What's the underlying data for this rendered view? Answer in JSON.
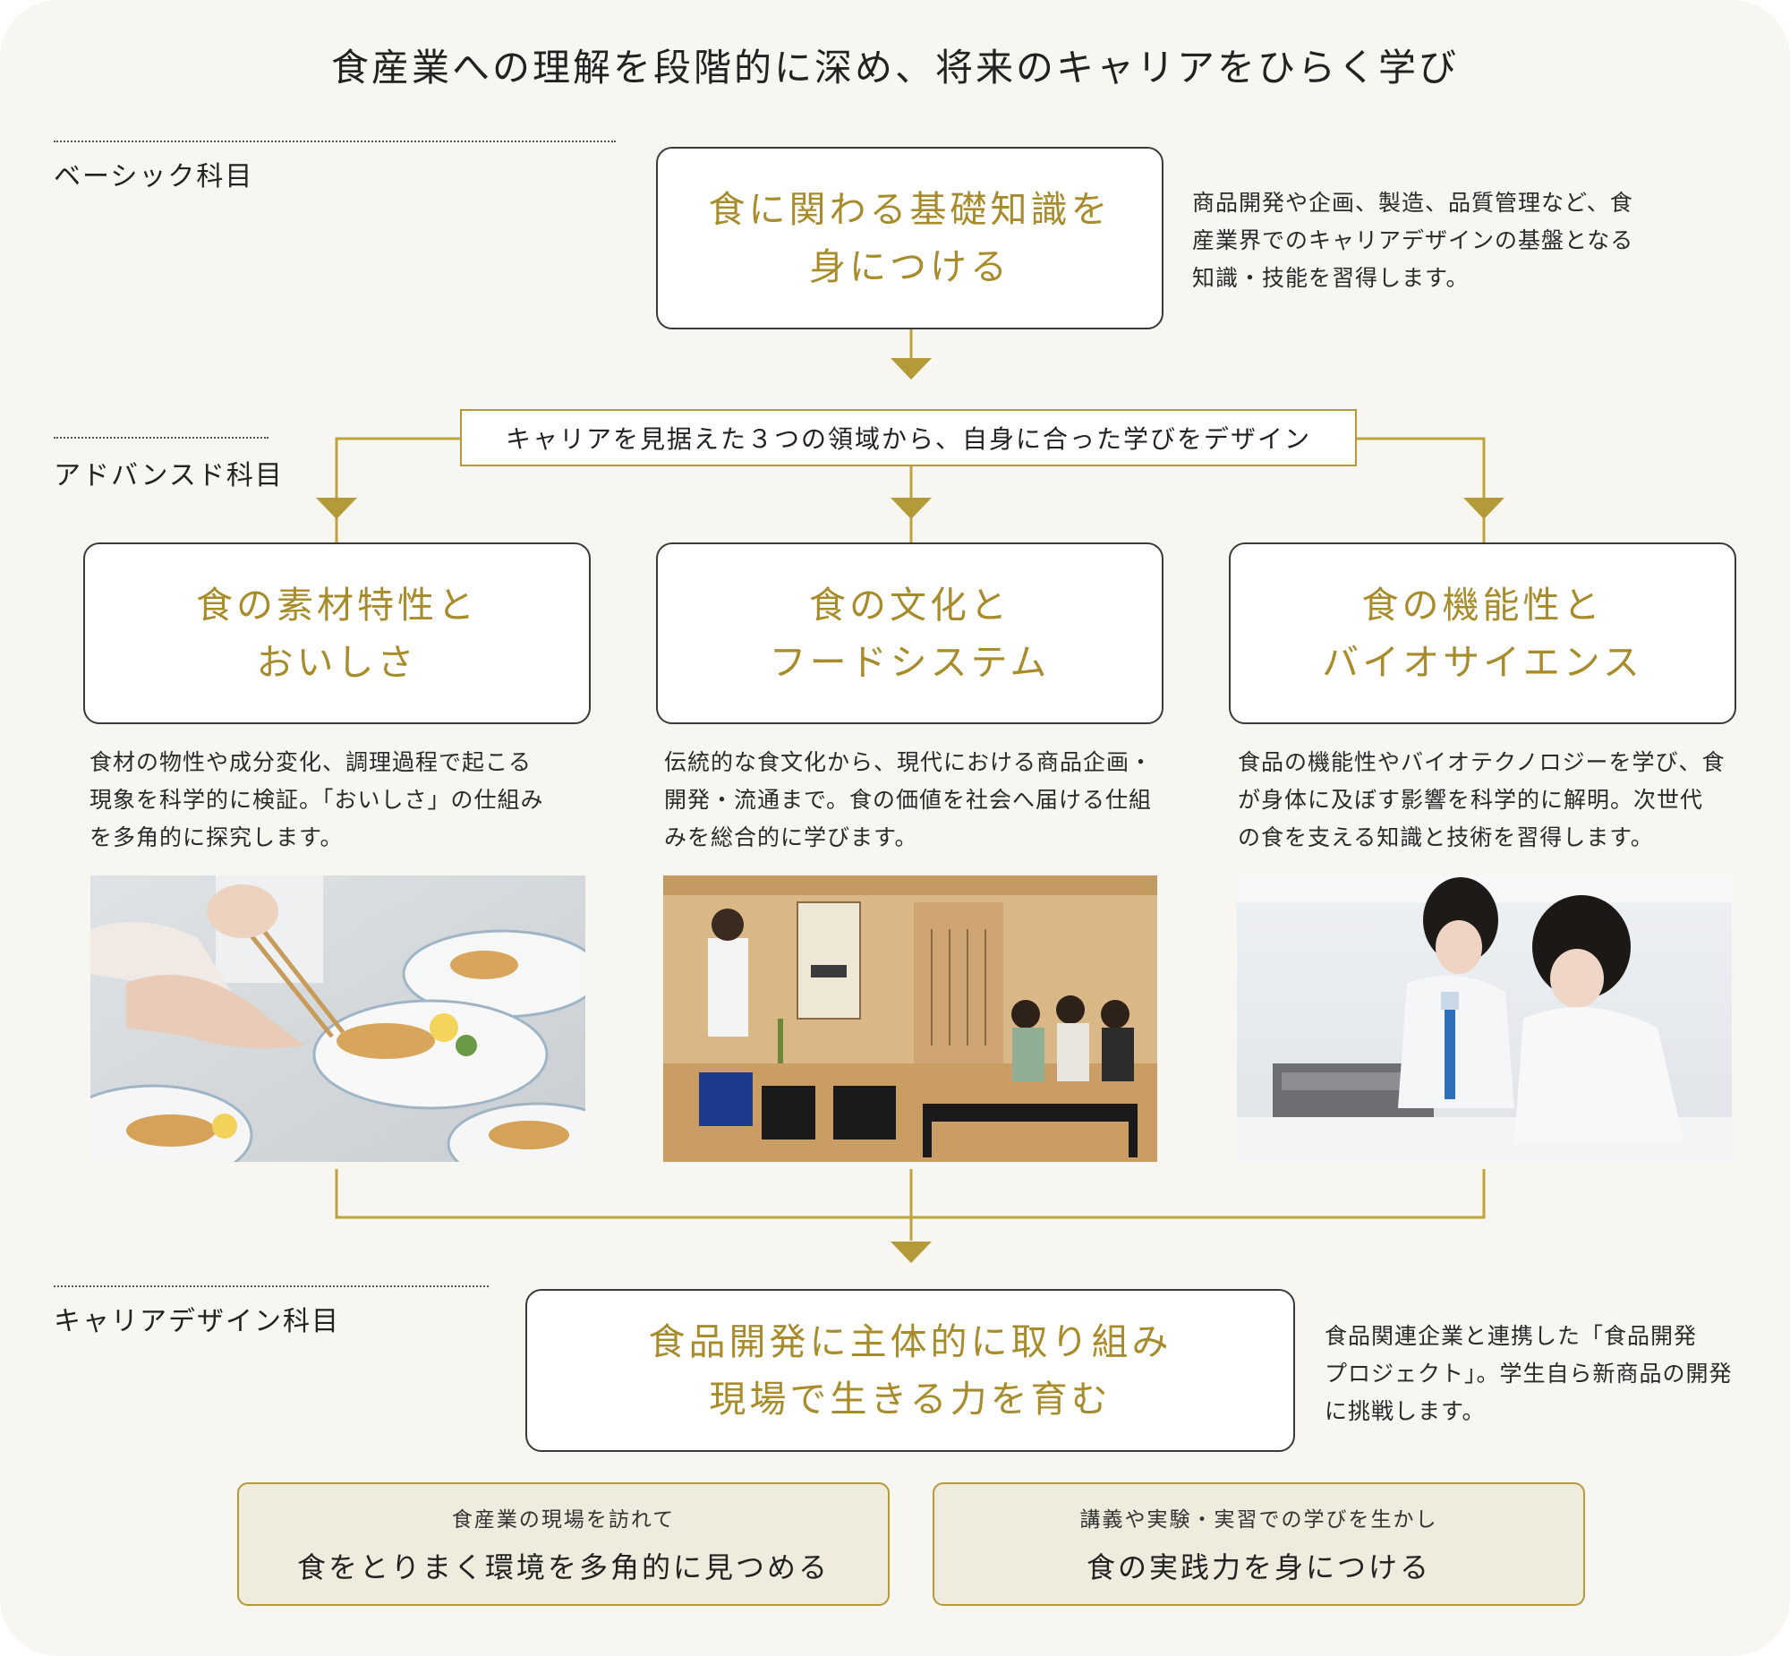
{
  "title": "食産業への理解を段階的に深め、将来のキャリアをひらく学び",
  "sections": {
    "basic": "ベーシック科目",
    "advanced": "アドバンスド科目",
    "career": "キャリアデザイン科目"
  },
  "basic": {
    "heading_lines": [
      "食に関わる基礎知識を",
      "身につける"
    ],
    "description_lines": [
      "商品開発や企画、製造、品質管理など、食",
      "産業界でのキャリアデザインの基盤となる",
      "知識・技能を習得します。"
    ]
  },
  "banner": "キャリアを見据えた３つの領域から、自身に合った学びをデザイン",
  "fields": [
    {
      "heading_lines": [
        "食の素材特性と",
        "おいしさ"
      ],
      "description_lines": [
        "食材の物性や成分変化、調理過程で起こる",
        "現象を科学的に検証。「おいしさ」の仕組み",
        "を多角的に探究します。"
      ]
    },
    {
      "heading_lines": [
        "食の文化と",
        "フードシステム"
      ],
      "description_lines": [
        "伝統的な食文化から、現代における商品企画・",
        "開発・流通まで。食の価値を社会へ届ける仕組",
        "みを総合的に学びます。"
      ]
    },
    {
      "heading_lines": [
        "食の機能性と",
        "バイオサイエンス"
      ],
      "description_lines": [
        "食品の機能性やバイオテクノロジーを学び、食",
        "が身体に及ぼす影響を科学的に解明。次世代",
        "の食を支える知識と技術を習得します。"
      ]
    }
  ],
  "career": {
    "heading_lines": [
      "食品開発に主体的に取り組み",
      "現場で生きる力を育む"
    ],
    "description_lines": [
      "食品関連企業と連携した「食品開発",
      "プロジェクト」。学生自ら新商品の開発",
      "に挑戦します。"
    ]
  },
  "bottom_boxes": [
    {
      "sub": "食産業の現場を訪れて",
      "main": "食をとりまく環境を多角的に見つめる"
    },
    {
      "sub": "講義や実験・実習での学びを生かし",
      "main": "食の実践力を身につける"
    }
  ],
  "colors": {
    "accent": "#a88c2c",
    "line": "#c0a33a",
    "background": "#f8f6f0",
    "tint": "#efebdd"
  }
}
